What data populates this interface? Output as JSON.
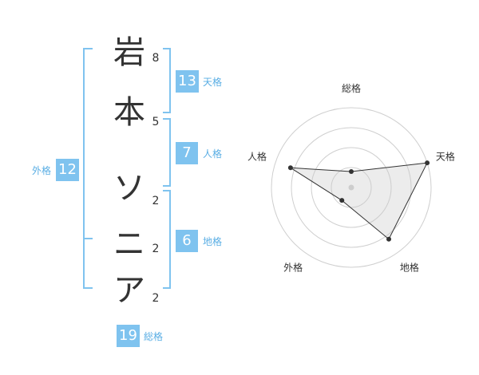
{
  "name_chars": [
    {
      "char": "岩",
      "strokes": "8"
    },
    {
      "char": "本",
      "strokes": "5"
    },
    {
      "char": "ソ",
      "strokes": "2"
    },
    {
      "char": "ニ",
      "strokes": "2"
    },
    {
      "char": "ア",
      "strokes": "2"
    }
  ],
  "kaku": {
    "tenkaku": {
      "value": "13",
      "label": "天格"
    },
    "jinkaku": {
      "value": "7",
      "label": "人格"
    },
    "chikaku": {
      "value": "6",
      "label": "地格"
    },
    "gaikaku": {
      "value": "12",
      "label": "外格"
    },
    "soukaku": {
      "value": "19",
      "label": "総格"
    }
  },
  "colors": {
    "accent": "#7fc3ef",
    "accent_text": "#5aaee4"
  },
  "chart_data": {
    "type": "radar",
    "axes": [
      "総格",
      "天格",
      "地格",
      "外格",
      "人格"
    ],
    "values": [
      1,
      5,
      4,
      1,
      4
    ],
    "rmax": 5,
    "rings": 4
  }
}
